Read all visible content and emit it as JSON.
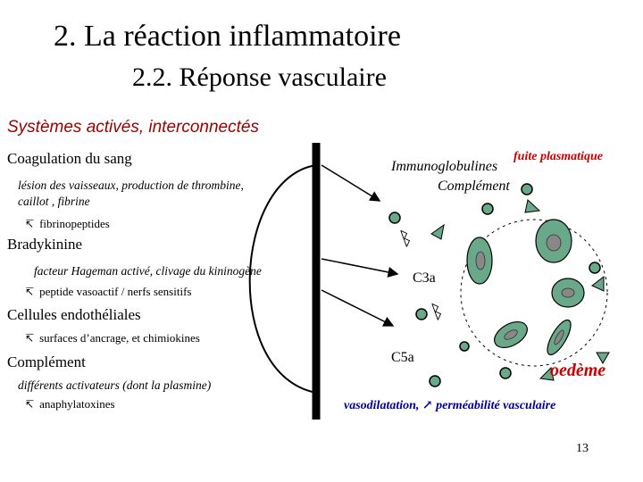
{
  "title": "2. La réaction inflammatoire",
  "subtitle_heading": "2.2. Réponse vasculaire",
  "systems_heading": "Systèmes activés, interconnectés",
  "arrow_glyph": "ᛒ",
  "left": {
    "coag": {
      "heading": "Coagulation du sang",
      "desc1": "lésion des vaisseaux, production de thrombine,",
      "desc2": "caillot , fibrine",
      "sub": "fibrinopeptides"
    },
    "brady": {
      "heading": "Bradykinine",
      "desc": "facteur Hageman activé, clivage du kininogène",
      "sub": "peptide vasoactif / nerfs sensitifs"
    },
    "endo": {
      "heading": "Cellules endothéliales",
      "sub": "surfaces d’ancrage, et chimiokines"
    },
    "compl": {
      "heading": "Complément",
      "desc": "différents activateurs (dont la plasmine)",
      "sub": "anaphylatoxines"
    }
  },
  "right": {
    "immuno": "Immunoglobulines",
    "complement": "Complément",
    "fuite": "fuite plasmatique",
    "c3a": "C3a",
    "c5a": "C5a",
    "oedeme": "oedème",
    "vaso_left": "vasodilatation,",
    "vaso_right": "perméabilité vasculaire"
  },
  "page_number": "13",
  "colors": {
    "subtitle": "#990000",
    "accent_red": "#cc0000",
    "accent_blue": "#000099",
    "cell": "#6aa88a"
  }
}
